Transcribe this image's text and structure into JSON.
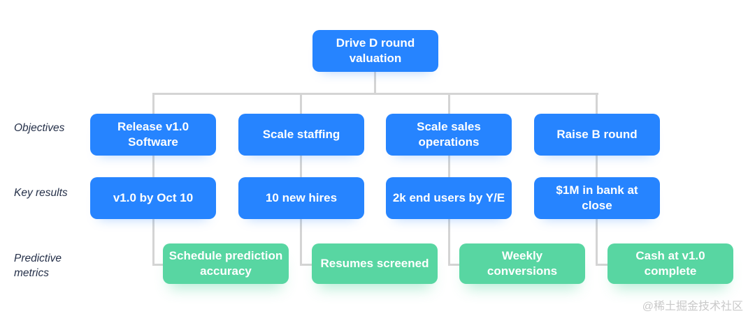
{
  "diagram": {
    "root": {
      "label": "Drive D round\nvaluation"
    },
    "row_labels": {
      "objectives": "Objectives",
      "key_results": "Key results",
      "predictive_metrics": "Predictive metrics"
    },
    "objectives": [
      "Release v1.0\nSoftware",
      "Scale staffing",
      "Scale sales\noperations",
      "Raise B round"
    ],
    "key_results": [
      "v1.0 by Oct 10",
      "10 new hires",
      "2k end users by Y/E",
      "$1M in bank at\nclose"
    ],
    "predictive_metrics": [
      "Schedule prediction\naccuracy",
      "Resumes screened",
      "Weekly\nconversions",
      "Cash at v1.0\ncomplete"
    ],
    "colors": {
      "objective_node": "#2684FF",
      "metric_node": "#58D6A2",
      "connector": "#D4D4D4",
      "node_text": "#FFFFFF",
      "row_label_text": "#253049"
    }
  },
  "watermark": {
    "text": "@稀土掘金技术社区"
  }
}
